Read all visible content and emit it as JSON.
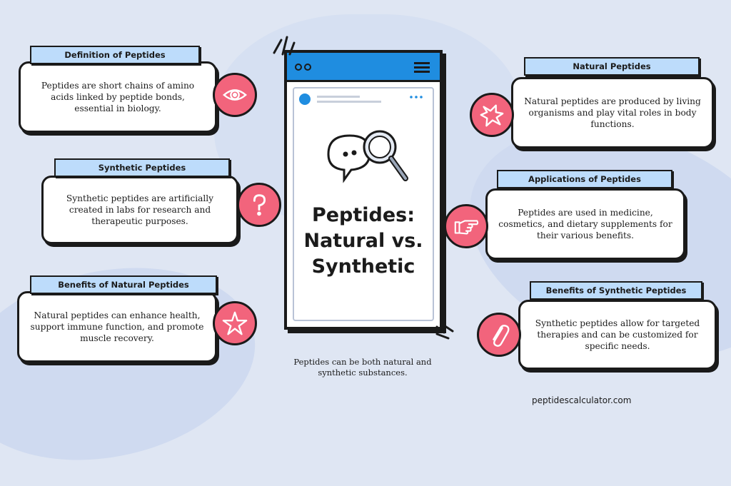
{
  "center": {
    "title_line1": "Peptides:",
    "title_line2": "Natural vs.",
    "title_line3": "Synthetic",
    "caption": "Peptides can be both natural and synthetic substances."
  },
  "cards": {
    "definition": {
      "heading": "Definition of Peptides",
      "text": "Peptides are short chains of amino acids linked by peptide bonds, essential in biology.",
      "icon": "eye-icon"
    },
    "synthetic": {
      "heading": "Synthetic Peptides",
      "text": "Synthetic peptides are artificially created in labs for research and therapeutic purposes.",
      "icon": "question-icon"
    },
    "benefits_natural": {
      "heading": "Benefits of Natural Peptides",
      "text": "Natural peptides can enhance health, support immune function, and promote muscle recovery.",
      "icon": "star-icon"
    },
    "natural": {
      "heading": "Natural Peptides",
      "text": "Natural peptides are produced by living organisms and play vital roles in body functions.",
      "icon": "burst-icon"
    },
    "applications": {
      "heading": "Applications of Peptides",
      "text": "Peptides are used in medicine, cosmetics, and dietary supplements for their various benefits.",
      "icon": "pointing-hand-icon"
    },
    "benefits_synthetic": {
      "heading": "Benefits of Synthetic Peptides",
      "text": "Synthetic peptides allow for targeted therapies and can be customized for specific needs.",
      "icon": "paperclip-icon"
    }
  },
  "footer": {
    "site": "peptidescalculator.com"
  },
  "colors": {
    "accent": "#f2647c",
    "tag": "#bddcfb",
    "phone_bar": "#1f8de0",
    "background": "#dfe6f3"
  }
}
